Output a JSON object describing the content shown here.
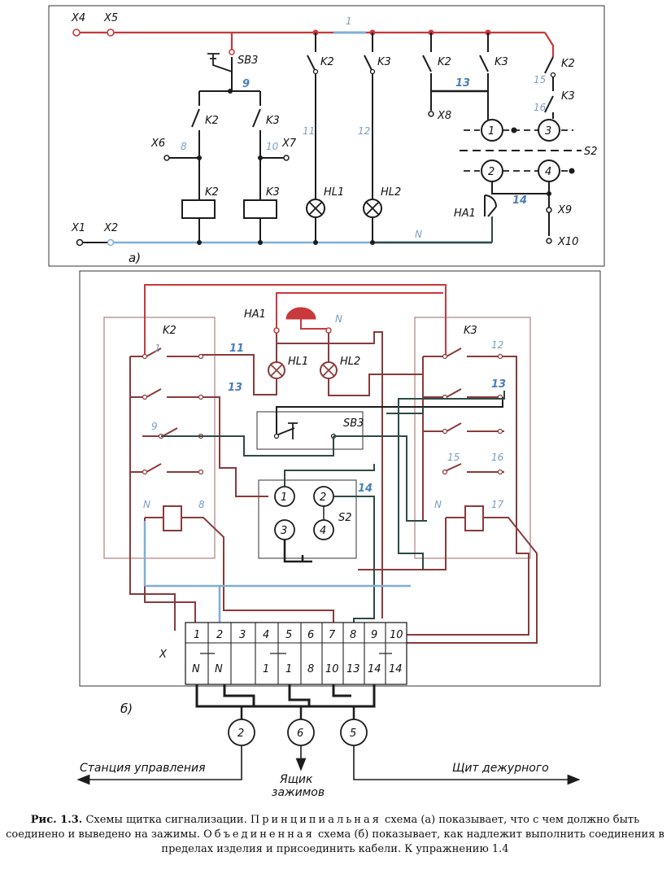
{
  "schematic_a": {
    "x4": "X4",
    "x5": "X5",
    "x1": "X1",
    "x2": "X2",
    "x6": "X6",
    "x7": "X7",
    "x8": "X8",
    "x9": "X9",
    "x10": "X10",
    "sb3": "SB3",
    "k2": "K2",
    "k3": "K3",
    "hl1": "HL1",
    "hl2": "HL2",
    "ha1": "HA1",
    "s2": "S2",
    "n": "N",
    "w1": "1",
    "w8": "8",
    "w9": "9",
    "w10": "10",
    "w11": "11",
    "w12": "12",
    "w13": "13",
    "w14": "14",
    "w15": "15",
    "w16": "16",
    "pos1": "1",
    "pos2": "2",
    "pos3": "3",
    "pos4": "4",
    "label": "а)"
  },
  "schematic_b": {
    "k2": "K2",
    "k3": "K3",
    "ha1": "HA1",
    "hl1": "HL1",
    "hl2": "HL2",
    "sb3": "SB3",
    "s2": "S2",
    "n": "N",
    "x": "X",
    "w1": "1",
    "w8": "8",
    "w9": "9",
    "w11": "11",
    "w12": "12",
    "w13a": "13",
    "w13b": "13",
    "w14": "14",
    "w15": "15",
    "w16": "16",
    "w17": "17",
    "pos1": "1",
    "pos2": "2",
    "pos3": "3",
    "pos4": "4",
    "label": "б)",
    "terminals_top": [
      "1",
      "2",
      "3",
      "4",
      "5",
      "6",
      "7",
      "8",
      "9",
      "10"
    ],
    "terminals_bottom": [
      "N",
      "N",
      "",
      "1",
      "1",
      "8",
      "10",
      "13",
      "14",
      "14"
    ],
    "cables": [
      "2",
      "6",
      "5"
    ],
    "dest_left": "Станция управления",
    "dest_mid_1": "Ящик",
    "dest_mid_2": "зажимов",
    "dest_right": "Щит дежурного"
  },
  "caption": {
    "fig": "Рис. 1.3.",
    "part1": " Схемы щитка сигнализации. ",
    "sp1": "Принципиальная",
    "part2": " схема (а) показывает, что с чем должно быть соединено и выведено на зажимы. ",
    "sp2": "Объединенная",
    "part3": " схема (б) показывает, как надлежит выполнить соединения в пределах изделия и присоединить кабели. К упражнению 1.4"
  }
}
